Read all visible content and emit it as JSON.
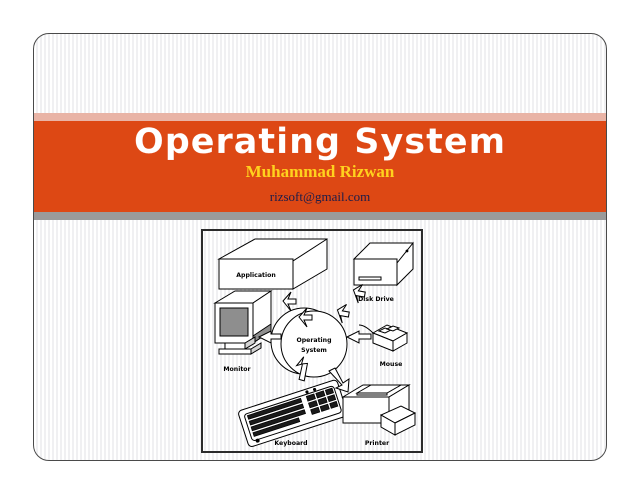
{
  "slide": {
    "title_line": "Operating System",
    "author": "Muhammad Rizwan",
    "email": "rizsoft@gmail.com",
    "accent_color": "#dd4814",
    "author_color": "#ffd21e",
    "email_color": "#1c1c4a",
    "top_strip_color": "#e9b4a6",
    "bottom_strip_color": "#9a9a9a",
    "border_color": "#4a4a4a"
  },
  "diagram": {
    "center": {
      "line1": "Operating",
      "line2": "System"
    },
    "nodes": [
      {
        "id": "application",
        "label": "Application",
        "icon": "box-3d-icon",
        "arrow": "bidirectional"
      },
      {
        "id": "disk-drive",
        "label": "Disk Drive",
        "icon": "disk-drive-icon",
        "arrow": "bidirectional"
      },
      {
        "id": "mouse",
        "label": "Mouse",
        "icon": "mouse-icon",
        "arrow": "to-center"
      },
      {
        "id": "printer",
        "label": "Printer",
        "icon": "printer-icon",
        "arrow": "from-center"
      },
      {
        "id": "keyboard",
        "label": "Keyboard",
        "icon": "keyboard-icon",
        "arrow": "to-center"
      },
      {
        "id": "monitor",
        "label": "Monitor",
        "icon": "monitor-icon",
        "arrow": "from-center"
      }
    ]
  }
}
